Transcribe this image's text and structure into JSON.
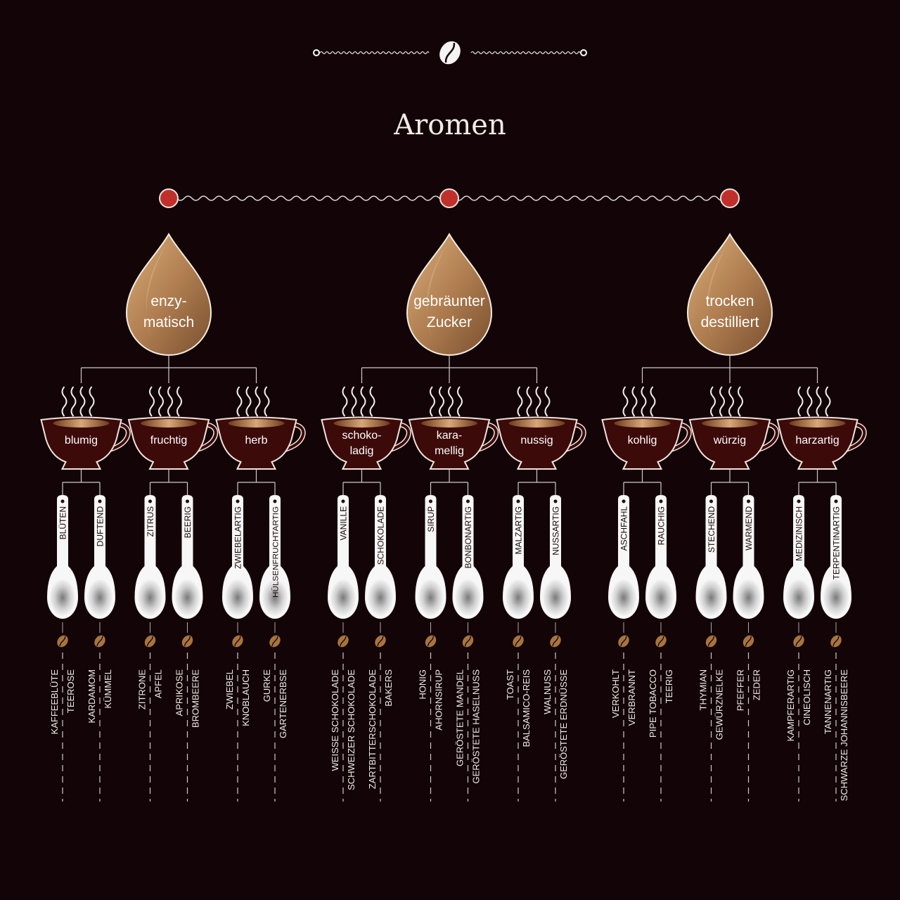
{
  "title": "Aromen",
  "colors": {
    "background": "#130408",
    "accent_red": "#c0302a",
    "drop_gold": "#b8865a",
    "cup_brown": "#3d0a0a",
    "bean": "#a8743e"
  },
  "categories": [
    {
      "label": [
        "enzy-",
        "matisch"
      ],
      "cups": [
        {
          "label": [
            "blumig"
          ],
          "spoons": [
            {
              "label": "BLÜTEN",
              "notes": [
                "KAFFEEBLÜTE",
                "TEEROSE"
              ]
            },
            {
              "label": "DUFTEND",
              "notes": [
                "KARDAMOM",
                "KÜMMEL"
              ]
            }
          ]
        },
        {
          "label": [
            "fruchtig"
          ],
          "spoons": [
            {
              "label": "ZITRUS",
              "notes": [
                "ZITRONE",
                "APFEL"
              ]
            },
            {
              "label": "BEERIG",
              "notes": [
                "APRIKOSE",
                "BROMBEERE"
              ]
            }
          ]
        },
        {
          "label": [
            "herb"
          ],
          "spoons": [
            {
              "label": "ZWIEBELARTIG",
              "notes": [
                "ZWIEBEL",
                "KNOBLAUCH"
              ]
            },
            {
              "label": "HÜLSENFRUCHTARTIG",
              "notes": [
                "GURKE",
                "GARTENERBSE"
              ]
            }
          ]
        }
      ]
    },
    {
      "label": [
        "gebräunter",
        "Zucker"
      ],
      "cups": [
        {
          "label": [
            "schoko-",
            "ladig"
          ],
          "spoons": [
            {
              "label": "VANILLE",
              "notes": [
                "WEISSE SCHOKOLADE",
                "SCHWEIZER SCHOKOLADE"
              ]
            },
            {
              "label": "SCHOKOLADE",
              "notes": [
                "ZARTBITTERSCHOKOLADE",
                "BAKERS"
              ]
            }
          ]
        },
        {
          "label": [
            "kara-",
            "mellig"
          ],
          "spoons": [
            {
              "label": "SIRUP",
              "notes": [
                "HONIG",
                "AHORNSIRUP"
              ]
            },
            {
              "label": "BONBONARTIG",
              "notes": [
                "GERÖSTETE MANDEL",
                "GERÖSTETE HASELNUSS"
              ]
            }
          ]
        },
        {
          "label": [
            "nussig"
          ],
          "spoons": [
            {
              "label": "MALZARTIG",
              "notes": [
                "TOAST",
                "BALSAMICO-REIS"
              ]
            },
            {
              "label": "NUSSARTIG",
              "notes": [
                "WALNUSS",
                "GERÖSTETE ERDNÜSSE"
              ]
            }
          ]
        }
      ]
    },
    {
      "label": [
        "trocken",
        "destilliert"
      ],
      "cups": [
        {
          "label": [
            "kohlig"
          ],
          "spoons": [
            {
              "label": "ASCHFAHL",
              "notes": [
                "VERKOHLT",
                "VERBRANNT"
              ]
            },
            {
              "label": "RAUCHIG",
              "notes": [
                "PIPE TOBACCO",
                "TEERIG"
              ]
            }
          ]
        },
        {
          "label": [
            "würzig"
          ],
          "spoons": [
            {
              "label": "STECHEND",
              "notes": [
                "THYMIAN",
                "GEWÜRZNELKE"
              ]
            },
            {
              "label": "WARMEND",
              "notes": [
                "PFEFFER",
                "ZEDER"
              ]
            }
          ]
        },
        {
          "label": [
            "harzartig"
          ],
          "spoons": [
            {
              "label": "MEDIZINISCH",
              "notes": [
                "KAMPFERARTIG",
                "CINEOLISCH"
              ]
            },
            {
              "label": "TERPENTINARTIG",
              "notes": [
                "TANNENARTIG",
                "SCHWARZE JOHANNISBEERE"
              ]
            }
          ]
        }
      ]
    }
  ]
}
